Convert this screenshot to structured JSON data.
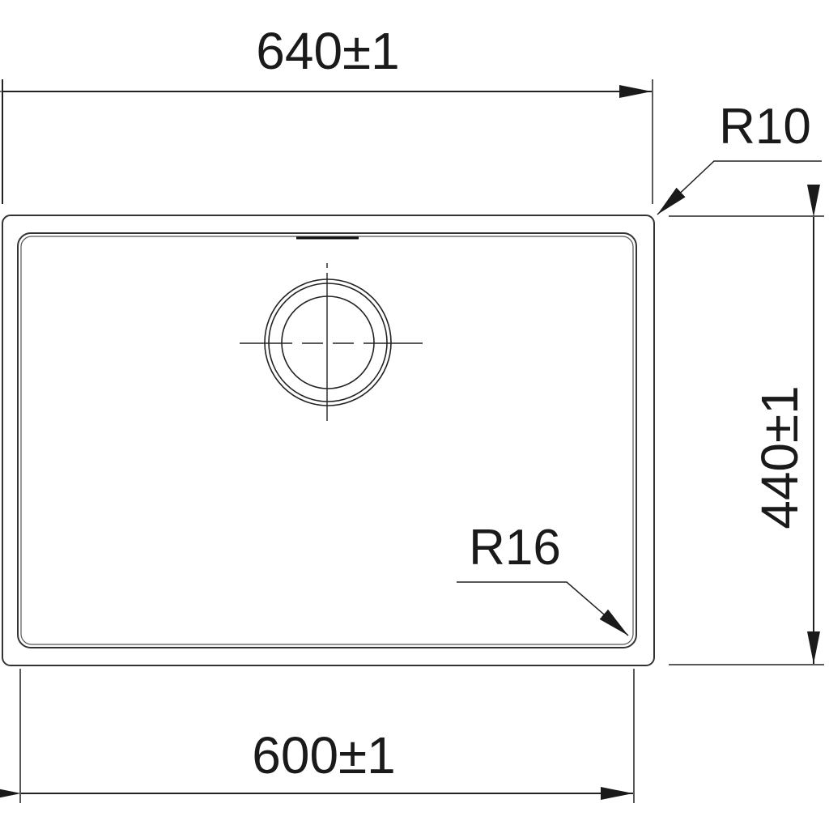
{
  "drawing": {
    "width_dim": "640±1",
    "inner_width_dim": "600±1",
    "depth_dim": "440±1",
    "outer_radius": "R10",
    "inner_radius": "R16"
  },
  "colors": {
    "line": "#1a1a1a",
    "background": "#ffffff"
  }
}
